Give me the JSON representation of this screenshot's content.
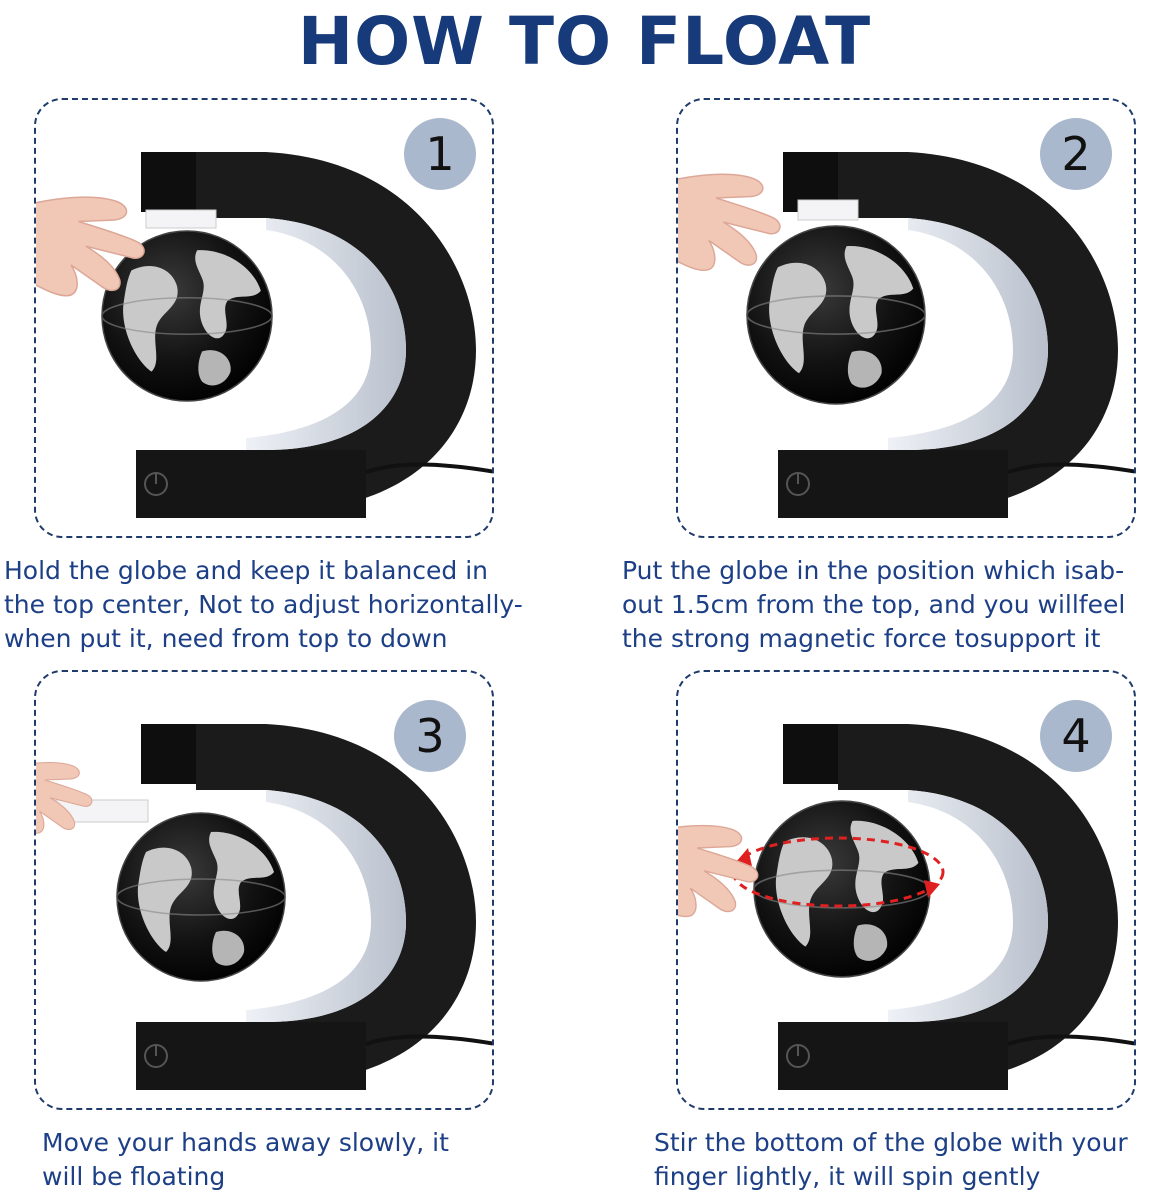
{
  "title": "HOW TO FLOAT",
  "colors": {
    "title": "#173a7a",
    "caption": "#1c3f86",
    "badge": "#a9b8cc",
    "border": "#1f3b6b",
    "stand": "#1b1b1b",
    "lamp": "#d9dde6",
    "globe_dark": "#161616",
    "globe_land": "#c9c9c9",
    "spin_arrow": "#e02020"
  },
  "steps": [
    {
      "number": "1",
      "lines": [
        "Hold the globe and keep it balanced in",
        "the top center, Not to adjust horizontally-",
        "when put it, need from top to down"
      ]
    },
    {
      "number": "2",
      "lines": [
        "Put the globe in the position which isab-",
        "out 1.5cm from the top, and you willfeel",
        "the strong magnetic force tosupport it"
      ]
    },
    {
      "number": "3",
      "lines": [
        "Move your hands away slowly, it",
        "will be floating"
      ]
    },
    {
      "number": "4",
      "lines": [
        "Stir the bottom of the globe with your",
        "finger lightly, it will spin gently"
      ]
    }
  ]
}
